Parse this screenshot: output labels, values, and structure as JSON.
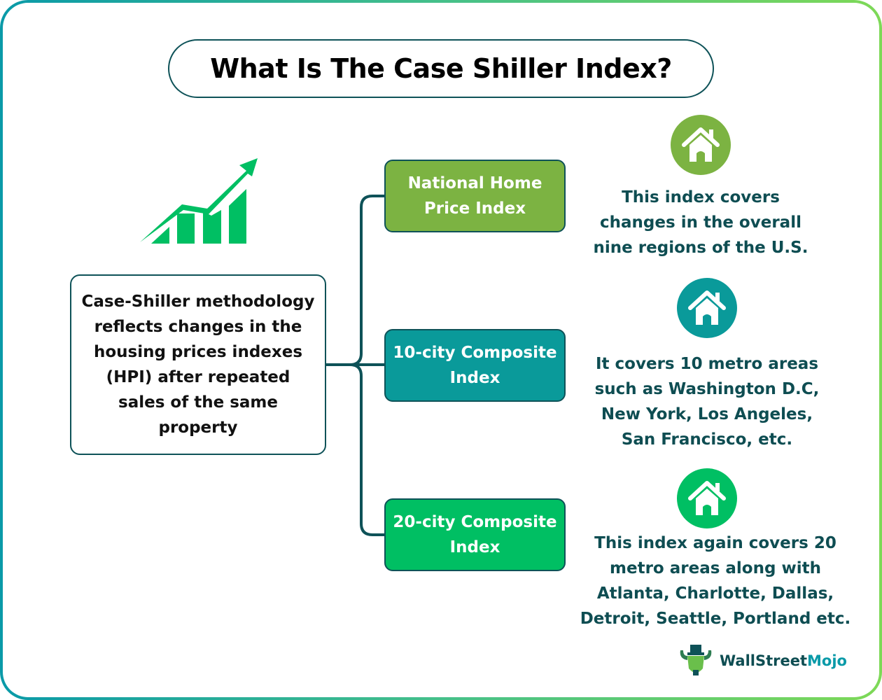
{
  "title": "What Is The Case Shiller Index?",
  "main_description": "Case-Shiller methodology reflects changes in the housing prices indexes (HPI) after repeated sales of the same property",
  "colors": {
    "dark_teal": "#0e5258",
    "olive_green": "#7cb342",
    "teal": "#0a9a9a",
    "green": "#00bf63",
    "chart_green": "#00bf63",
    "text_teal": "#0e4d52"
  },
  "categories": [
    {
      "label": "National Home Price Index",
      "color": "#7cb342",
      "icon": "house-icon",
      "description": "This index covers changes in the overall nine regions of the U.S."
    },
    {
      "label": "10-city Composite Index",
      "color": "#0a9a9a",
      "icon": "house-icon",
      "description": "It covers 10 metro areas such as Washington D.C, New York, Los Angeles, San Francisco, etc."
    },
    {
      "label": "20-city Composite Index",
      "color": "#00bf63",
      "icon": "house-icon",
      "description": "This index again covers 20 metro areas along with Atlanta, Charlotte, Dallas, Detroit, Seattle, Portland etc."
    }
  ],
  "logo": {
    "part1": "WallStreet",
    "part2": "Mojo"
  }
}
